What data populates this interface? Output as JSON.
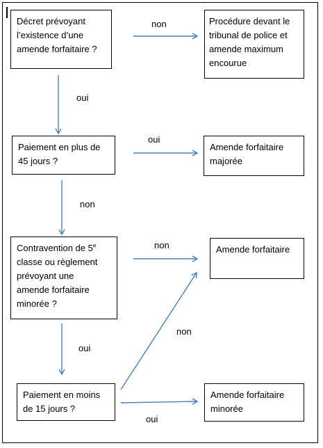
{
  "boxes": {
    "decret_line1": "Décret prévoyant",
    "decret_line2": "l’existence d’une",
    "decret_line3": "amende forfaitaire ?",
    "procedure_line1": "Procédure devant le",
    "procedure_line2": "tribunal de police et",
    "procedure_line3": "amende maximum",
    "procedure_line4": "encourue",
    "paiement45_line1": "Paiement en plus de",
    "paiement45_line2": "45 jours ?",
    "majoree_line1": "Amende forfaitaire",
    "majoree_line2": "majorée",
    "contravention_line1a": "Contravention de 5",
    "contravention_sup": "e",
    "contravention_line2": "classe ou règlement",
    "contravention_line3": "prévoyant une",
    "contravention_line4": "amende forfaitaire",
    "contravention_line5": "minorée ?",
    "amende": "Amende forfaitaire",
    "paiement15_line1": "Paiement en moins",
    "paiement15_line2": "de 15 jours ?",
    "minoree_line1": "Amende forfaitaire",
    "minoree_line2": "minorée"
  },
  "labels": {
    "decret_non": "non",
    "decret_oui": "oui",
    "p45_oui": "oui",
    "p45_non": "non",
    "contra_non": "non",
    "contra_oui": "oui",
    "p15_non": "non",
    "p15_oui": "oui"
  },
  "colors": {
    "arrow": "#4a7ebb",
    "border": "#000000"
  }
}
